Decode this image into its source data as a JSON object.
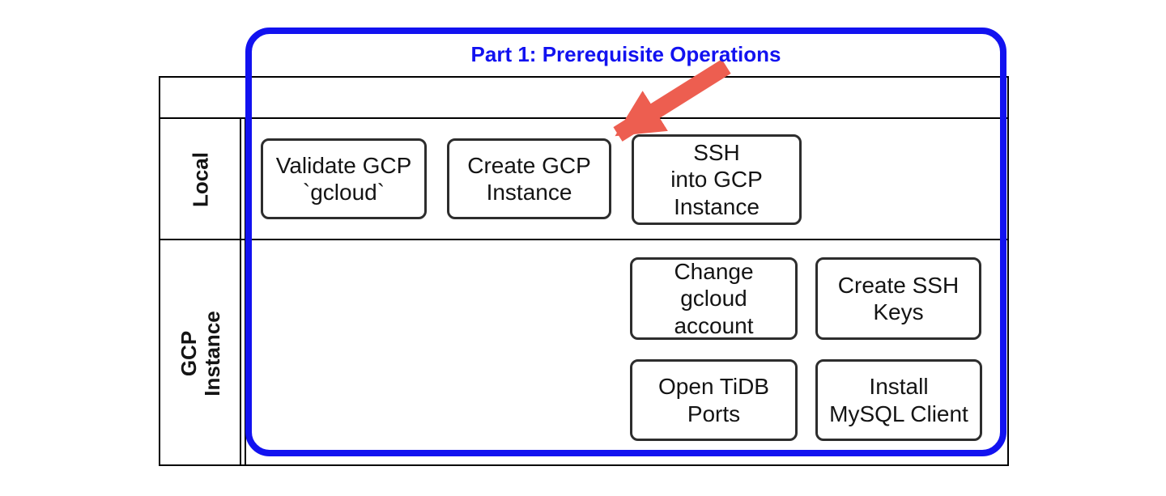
{
  "diagram": {
    "title": "Part 1: Prerequisite Operations",
    "lanes": [
      {
        "label": "Local",
        "tasks": [
          {
            "label": "Validate GCP\n`gcloud`"
          },
          {
            "label": "Create GCP\nInstance"
          },
          {
            "label": "SSH\ninto GCP\nInstance"
          }
        ]
      },
      {
        "label": "GCP\nInstance",
        "tasks": [
          {
            "label": "Change\ngcloud\naccount"
          },
          {
            "label": "Create SSH\nKeys"
          },
          {
            "label": "Open TiDB\nPorts"
          },
          {
            "label": "Install\nMySQL Client"
          }
        ]
      }
    ],
    "annotations": {
      "arrow_points_to": "Create GCP Instance"
    }
  },
  "colors": {
    "accent_blue": "#1212f0",
    "arrow_red": "#ed5e50",
    "box_border": "#2d2d2d",
    "grid_black": "#000000",
    "text_black": "#141414",
    "background": "#ffffff"
  }
}
